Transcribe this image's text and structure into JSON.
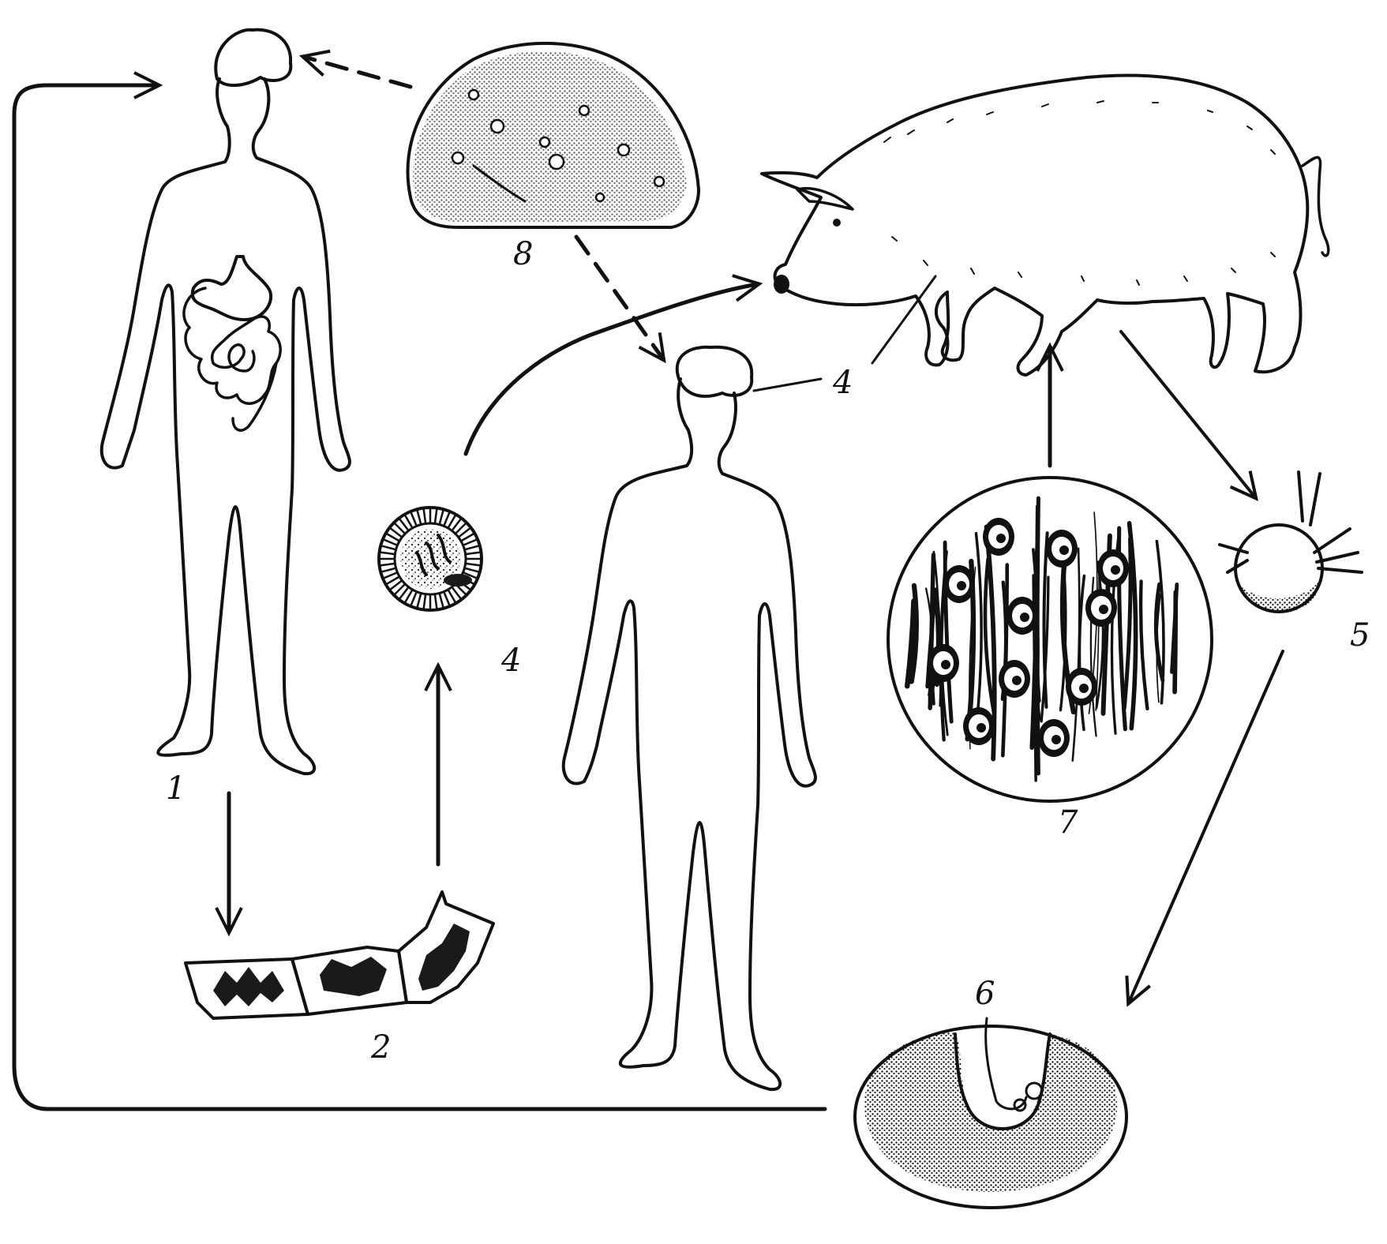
{
  "labels": {
    "adult_host": "1",
    "proglottids": "2",
    "egg": "4",
    "human_label": "4",
    "oncosphere": "5",
    "cysticercus": "6",
    "muscle_cysts": "7",
    "brain_cysts": "8"
  },
  "colors": {
    "ink": "#111111",
    "background": "#ffffff"
  },
  "icons": {
    "human_1": "human-silhouette-with-intestines",
    "human_2": "human-silhouette",
    "pig": "pig-drawing",
    "brain_section": "brain-section-with-cysts",
    "proglottids": "tapeworm-segments",
    "egg": "egg-with-embryo",
    "oncosphere": "hexacanth-embryo",
    "cysticercus": "cysticercus-larva",
    "muscle_cysts": "muscle-tissue-with-cysts"
  }
}
